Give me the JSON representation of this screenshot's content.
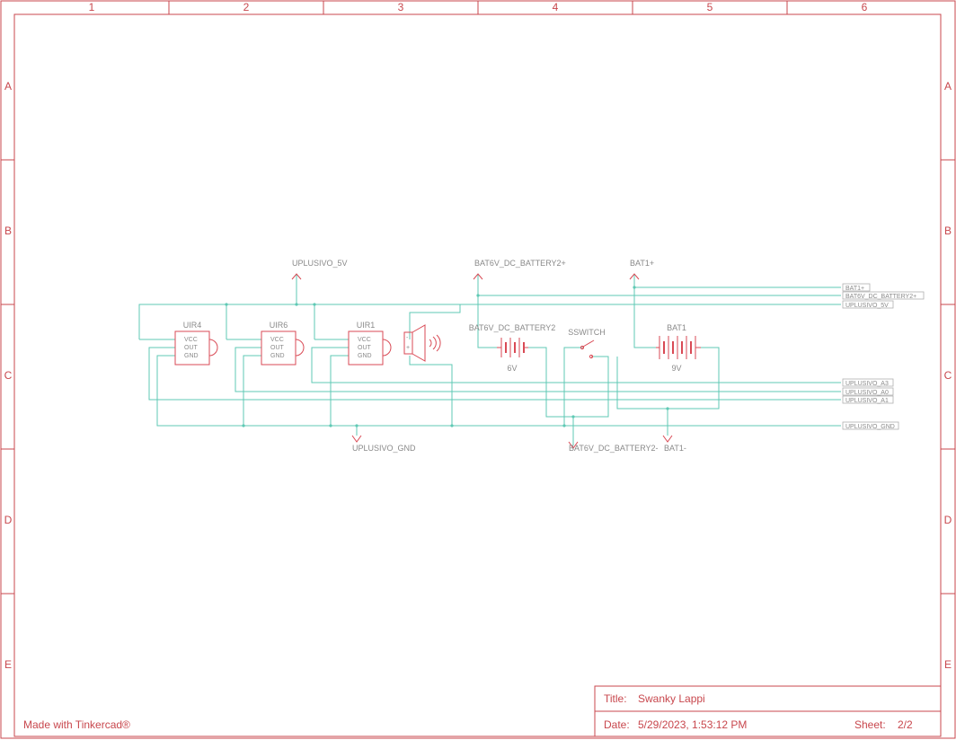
{
  "columns": [
    "1",
    "2",
    "3",
    "4",
    "5",
    "6"
  ],
  "rows": [
    "A",
    "B",
    "C",
    "D",
    "E"
  ],
  "nets": {
    "vcc5": "UPLUSIVO_5V",
    "gnd": "UPLUSIVO_GND",
    "bat6_pos": "BAT6V_DC_BATTERY2+",
    "bat6_neg": "BAT6V_DC_BATTERY2-",
    "bat1_pos": "BAT1+",
    "bat1_neg": "BAT1-"
  },
  "ports": {
    "bat1_pos": "BAT1+",
    "bat6_pos": "BAT6V_DC_BATTERY2+",
    "vcc5": "UPLUSIVO_5V",
    "a3": "UPLUSIVO_A3",
    "a0": "UPLUSIVO_A0",
    "a1": "UPLUSIVO_A1",
    "gnd": "UPLUSIVO_GND"
  },
  "sensors": [
    {
      "name": "UIR4",
      "pins": [
        "VCC",
        "OUT",
        "GND"
      ]
    },
    {
      "name": "UIR6",
      "pins": [
        "VCC",
        "OUT",
        "GND"
      ]
    },
    {
      "name": "UIR1",
      "pins": [
        "VCC",
        "OUT",
        "GND"
      ]
    }
  ],
  "buzzer": {
    "pin_minus": "-",
    "pin_plus": "+"
  },
  "battery6v": {
    "name": "BAT6V_DC_BATTERY2",
    "value": "6V"
  },
  "switch": {
    "name": "SSWITCH"
  },
  "battery9v": {
    "name": "BAT1",
    "value": "9V"
  },
  "footer": {
    "made_with": "Made with Tinkercad®"
  },
  "titleblock": {
    "title_label": "Title:",
    "title_value": "Swanky Lappi",
    "date_label": "Date:",
    "date_value": "5/29/2023, 1:53:12 PM",
    "sheet_label": "Sheet:",
    "sheet_value": "2/2"
  }
}
